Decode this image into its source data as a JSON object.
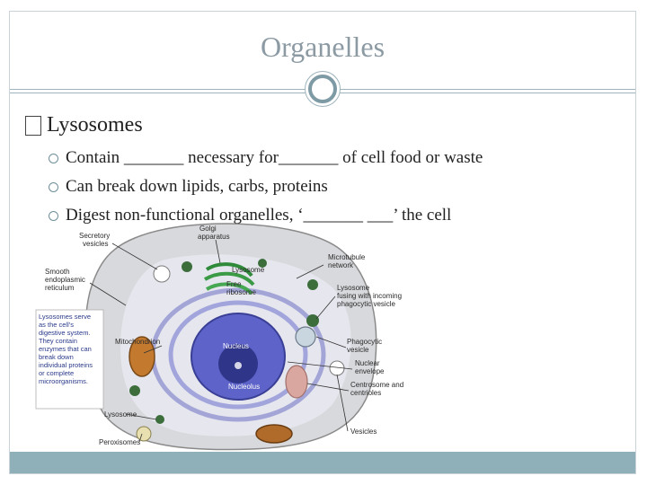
{
  "slide": {
    "title": "Organelles",
    "heading": "Lysosomes",
    "bullets": [
      "Contain _______ necessary for_______ of cell food or waste",
      "Can break down lipids, carbs, proteins",
      "Digest non-functional organelles, ‘_______ ___’ the cell"
    ]
  },
  "diagram": {
    "labels": {
      "secretory": [
        "Secretory",
        "vesicles"
      ],
      "golgi": [
        "Golgi",
        "apparatus"
      ],
      "lysosome_top": "Lysosome",
      "free_ribosome": [
        "Free",
        "ribosome"
      ],
      "microtubule": [
        "Microtubule",
        "network"
      ],
      "smooth_er": [
        "Smooth",
        "endoplasmic",
        "reticulum"
      ],
      "lysosome_fusing": [
        "Lysosome",
        "fusing with incoming",
        "phagocytic vesicle"
      ],
      "mitochondrion": "Mitochondrion",
      "nucleus": "Nucleus",
      "nucleolus": "Nucleolus",
      "phagocytic": [
        "Phagocytic",
        "vesicle"
      ],
      "nuclear_envelope": [
        "Nuclear",
        "envelope"
      ],
      "centrosome": [
        "Centrosome and",
        "centrioles"
      ],
      "lysosome_bottom": "Lysosome",
      "peroxisomes": "Peroxisomes",
      "vesicles": "Vesicles",
      "side_note": [
        "Lysosomes serve",
        "as the cell's",
        "digestive system.",
        "They contain",
        "enzymes that can",
        "break down",
        "individual proteins",
        "or complete",
        "microorganisms."
      ]
    }
  }
}
